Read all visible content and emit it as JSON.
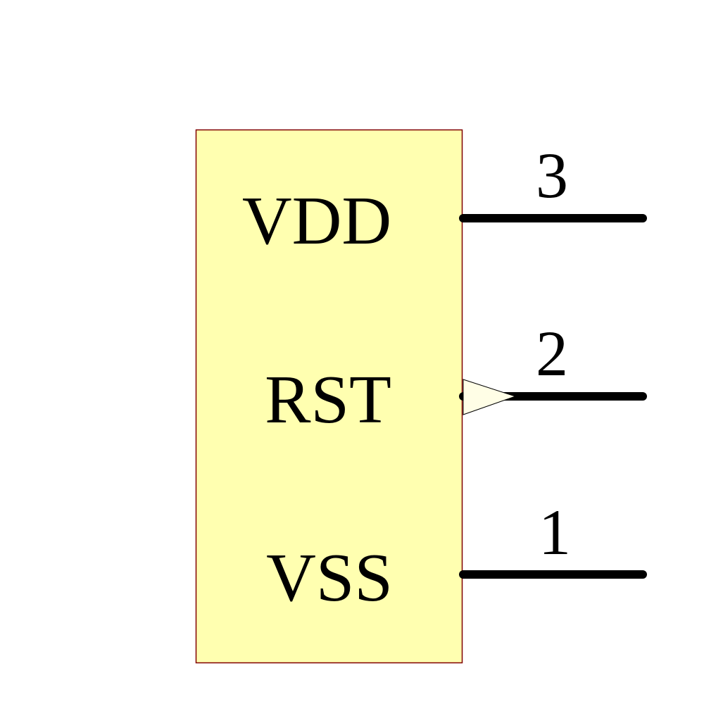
{
  "component": {
    "body": {
      "fill": "#ffffb0",
      "stroke": "#800000"
    },
    "pins": [
      {
        "number": "3",
        "name": "VDD",
        "type": "power"
      },
      {
        "number": "2",
        "name": "RST",
        "type": "output"
      },
      {
        "number": "1",
        "name": "VSS",
        "type": "power"
      }
    ]
  },
  "colors": {
    "wire": "#000000",
    "output_arrow_fill": "#fffee6",
    "background": "#ffffff"
  }
}
